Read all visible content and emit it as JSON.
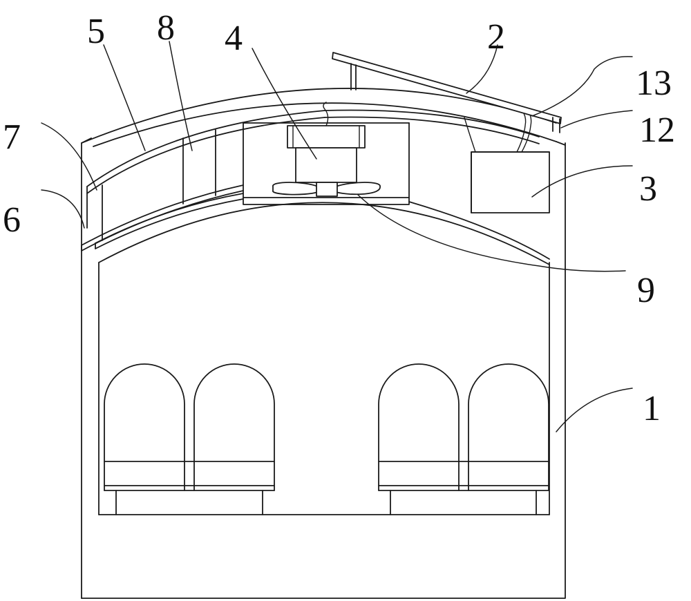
{
  "callouts": {
    "n1": "1",
    "n2": "2",
    "n3": "3",
    "n4": "4",
    "n5": "5",
    "n6": "6",
    "n7": "7",
    "n8": "8",
    "n9": "9",
    "n12": "12",
    "n13": "13"
  }
}
